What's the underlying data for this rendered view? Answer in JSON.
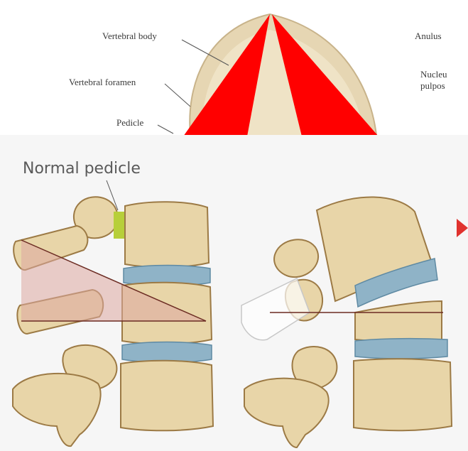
{
  "top_panel": {
    "labels": {
      "vertebral_body": "Vertebral body",
      "vertebral_foramen": "Vertebral foramen",
      "pedicle": "Pedicle",
      "anulus": "Anulus",
      "nucleus_line1": "Nucleu",
      "nucleus_line2": "pulpos"
    }
  },
  "main_panel": {
    "title": "Normal pedicle"
  },
  "colors": {
    "overlay_red": "#ff0000",
    "bone": "#e8d5a8",
    "bone_shadow": "#c9ab72",
    "disc": "#8fb3c7",
    "pedicle_highlight": "#b7cf3a",
    "pink_overlay": "#dca7a0",
    "background_top": "#ffffff",
    "background_main": "#f6f6f6"
  }
}
